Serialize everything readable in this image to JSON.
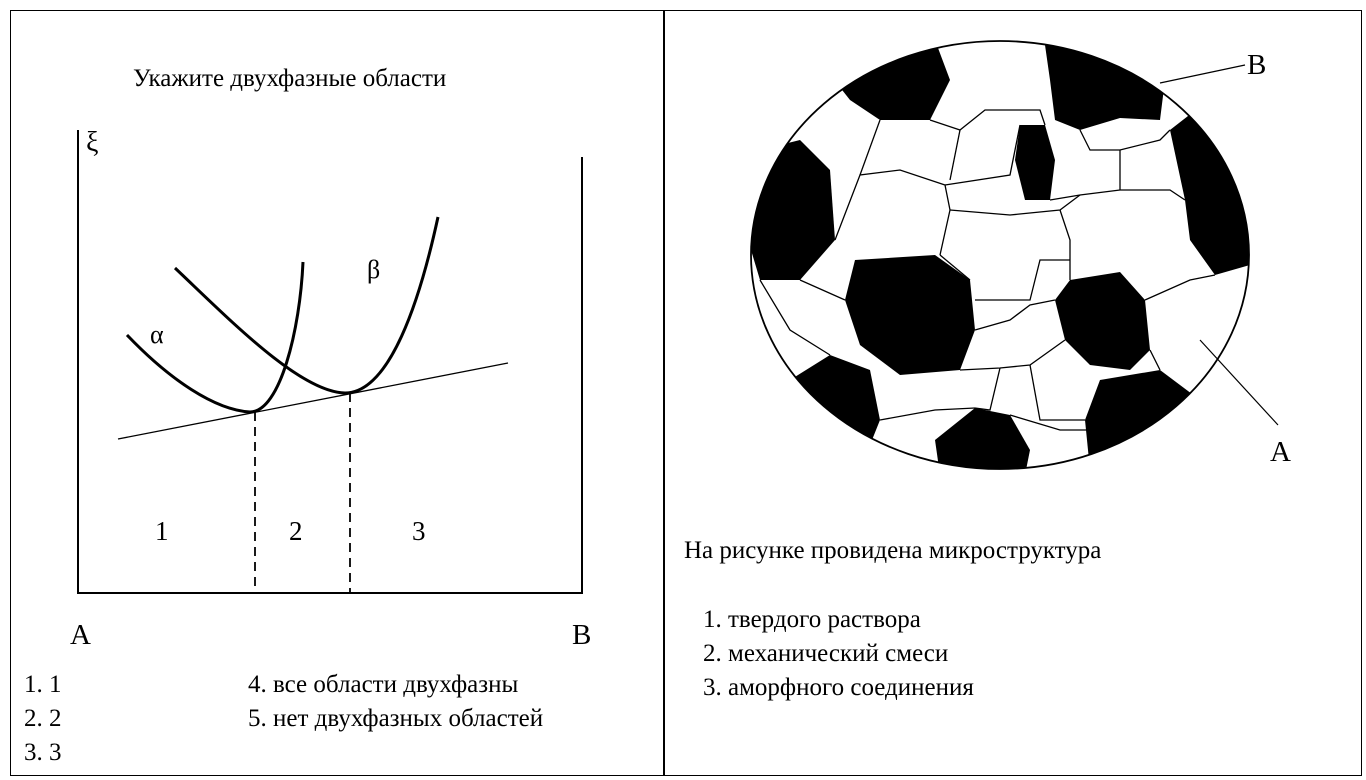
{
  "left": {
    "title": "Укажите двухфазные области",
    "axis_label": "ξ",
    "curve_alpha_label": "α",
    "curve_beta_label": "β",
    "regions": [
      "1",
      "2",
      "3"
    ],
    "left_end": "A",
    "right_end": "B",
    "options": [
      "1.  1",
      "2.  2",
      "3.  3",
      "4. все области двухфазны",
      "5. нет двухфазных областей"
    ]
  },
  "right": {
    "label_b": "B",
    "label_a": "A",
    "question": "На рисунке провидена микроструктура",
    "options": [
      "1.  твердого раствора",
      "2. механический смеси",
      "3. аморфного соединения"
    ]
  }
}
